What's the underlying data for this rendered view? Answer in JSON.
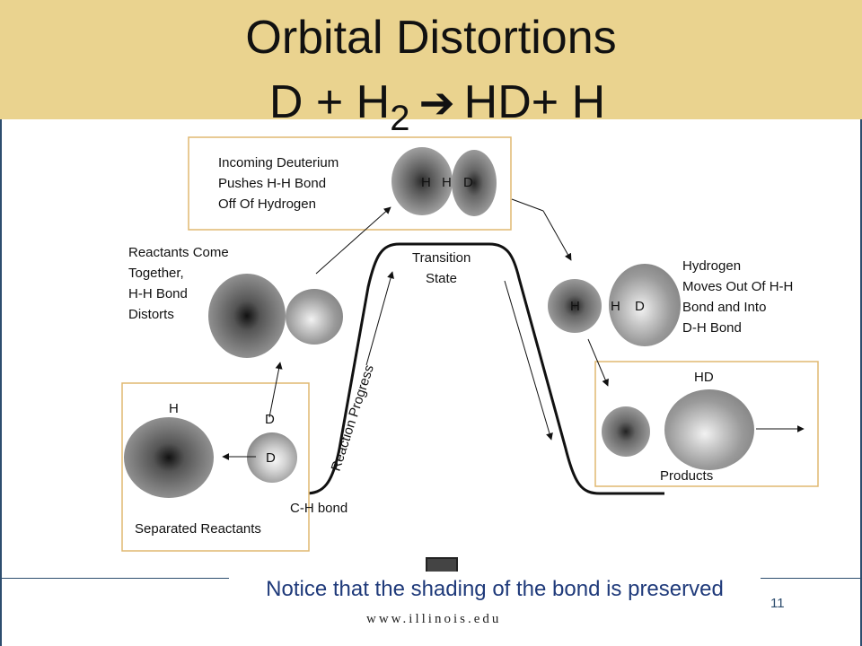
{
  "title": {
    "line1": "Orbital Distortions",
    "line2_prefix": "D + H",
    "line2_sub": "2",
    "line2_arrow": "➔",
    "line2_suffix": "HD+ H"
  },
  "diagram": {
    "box_top": [
      "Incoming Deuterium",
      "Pushes H-H Bond",
      "Off Of Hydrogen"
    ],
    "box_top_atoms": [
      "H",
      "H",
      "D"
    ],
    "reactants_together": [
      "Reactants Come",
      "Together,",
      "H-H Bond",
      "Distorts"
    ],
    "transition_state": [
      "Transition",
      "State"
    ],
    "reaction_progress": "Reaction Progress",
    "hydrogen_moves": [
      "Hydrogen",
      "Moves Out Of H-H",
      "Bond and Into",
      "D-H Bond"
    ],
    "right_atoms": [
      "H",
      "H",
      "D"
    ],
    "separated": {
      "h_label": "H",
      "d_label_top": "D",
      "d_label_inner": "D",
      "caption": "Separated Reactants"
    },
    "ch_bond": "C-H bond",
    "products": {
      "hd_label": "HD",
      "caption": "Products"
    }
  },
  "footer": {
    "note": "Notice that the shading of the bond is preserved",
    "page_number": "11",
    "url": "www.illinois.edu"
  },
  "colors": {
    "header_bg": "#ead38f",
    "frame": "#2d4d6e",
    "note_text": "#1f3a7a",
    "box_border": "#e0b870"
  }
}
